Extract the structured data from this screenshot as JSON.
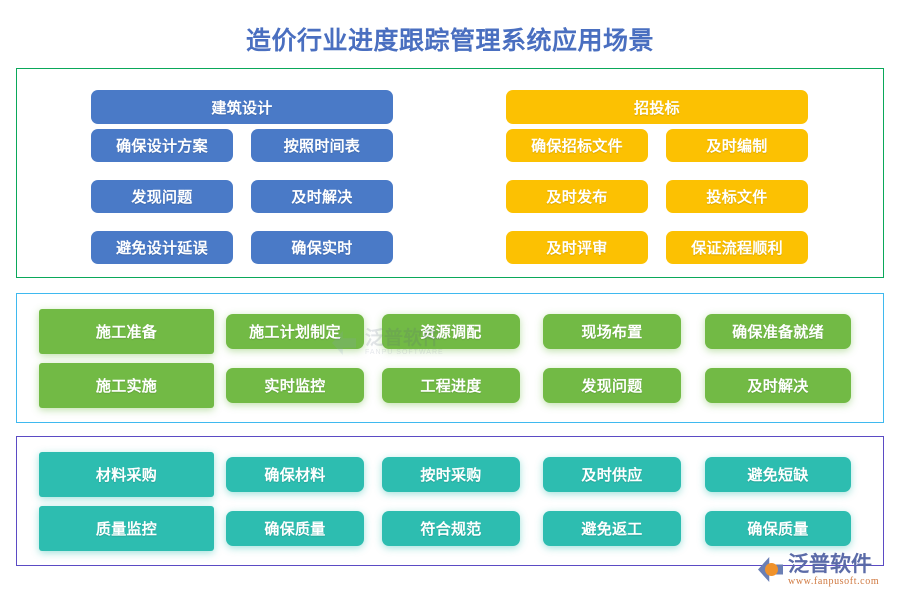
{
  "page": {
    "title": "造价行业进度跟踪管理系统应用场景",
    "title_color": "#4a6fc0",
    "background": "#ffffff"
  },
  "watermark": {
    "cn": "泛普软件",
    "en": "FANPU SOFTWARE"
  },
  "brand": {
    "name": "泛普软件",
    "url": "www.fanpusoft.com"
  },
  "panels": [
    {
      "id": "panel-1",
      "border_color": "#0aa85a",
      "groups": [
        {
          "key": "design",
          "color": "#4a7ac7",
          "header": "建筑设计",
          "items": [
            "确保设计方案",
            "按照时间表",
            "发现问题",
            "及时解决",
            "避免设计延误",
            "确保实时"
          ]
        },
        {
          "key": "bidding",
          "color": "#fcc102",
          "header": "招投标",
          "items": [
            "确保招标文件",
            "及时编制",
            "及时发布",
            "投标文件",
            "及时评审",
            "保证流程顺利"
          ]
        }
      ]
    },
    {
      "id": "panel-2",
      "border_color": "#3fb9ef",
      "color": "#72ba45",
      "rows": [
        {
          "category": "施工准备",
          "items": [
            "施工计划制定",
            "资源调配",
            "现场布置",
            "确保准备就绪"
          ]
        },
        {
          "category": "施工实施",
          "items": [
            "实时监控",
            "工程进度",
            "发现问题",
            "及时解决"
          ]
        }
      ]
    },
    {
      "id": "panel-3",
      "border_color": "#5b4bc4",
      "color": "#2dbdb0",
      "rows": [
        {
          "category": "材料采购",
          "items": [
            "确保材料",
            "按时采购",
            "及时供应",
            "避免短缺"
          ]
        },
        {
          "category": "质量监控",
          "items": [
            "确保质量",
            "符合规范",
            "避免返工",
            "确保质量"
          ]
        }
      ]
    }
  ]
}
